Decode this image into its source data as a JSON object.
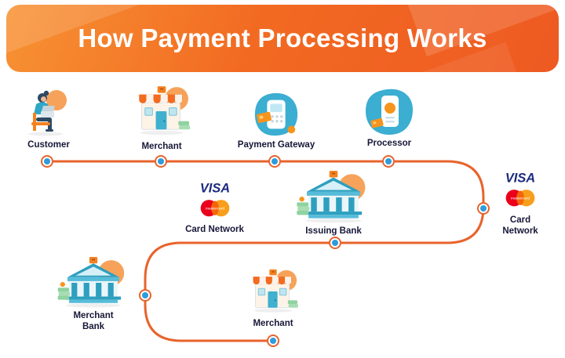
{
  "header": {
    "title": "How Payment Processing Works"
  },
  "flow": {
    "steps": [
      {
        "id": "customer",
        "label": "Customer"
      },
      {
        "id": "merchant",
        "label": "Merchant"
      },
      {
        "id": "payment-gateway",
        "label": "Payment Gateway"
      },
      {
        "id": "processor",
        "label": "Processor"
      },
      {
        "id": "card-network",
        "label": "Card Network"
      },
      {
        "id": "issuing-bank",
        "label": "Issuing Bank"
      },
      {
        "id": "card-network-return",
        "label": "Card Network"
      },
      {
        "id": "merchant-bank",
        "label": "Merchant Bank"
      },
      {
        "id": "merchant-return",
        "label": "Merchant"
      }
    ],
    "brand": {
      "visa": "VISA",
      "mastercard": "mastercard"
    },
    "colors": {
      "accent_orange": "#F26B21",
      "line_orange": "#E8632C",
      "node_blue": "#2D9CDB",
      "teal": "#3BAED2",
      "visa_navy": "#1B2A7E",
      "mastercard_red": "#EB001B",
      "mastercard_orange": "#F79E1B",
      "label_navy": "#171738"
    }
  }
}
